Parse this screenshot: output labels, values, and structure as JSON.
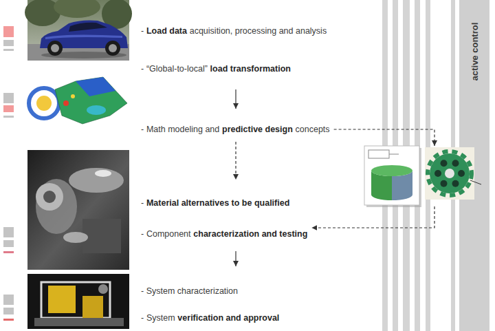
{
  "diagram": {
    "nodes": [
      {
        "text": [
          "-",
          "Load data",
          "acquisition, processing and analysis"
        ]
      },
      {
        "text": [
          "-",
          "“Global-to-local”",
          "load transformation"
        ]
      },
      {
        "text": [
          "-",
          "Math modeling and",
          "predictive design",
          "concepts"
        ]
      },
      {
        "text": [
          "-",
          "Material alternatives to be qualified"
        ]
      },
      {
        "text": [
          "-",
          "Component",
          "characterization and testing"
        ]
      },
      {
        "text": [
          "- System characterization"
        ]
      },
      {
        "text": [
          "-",
          "System",
          "verification and approval"
        ]
      },
      {
        "text": [
          "active control"
        ]
      }
    ],
    "edges": [
      {
        "from": 1,
        "to": 2,
        "arrow": "to"
      },
      {
        "from": 2,
        "to": 3,
        "arrow": "to"
      },
      {
        "from": 2,
        "to": 7,
        "arrow": "to"
      },
      {
        "from": 7,
        "to": 4,
        "arrow": "to"
      },
      {
        "from": 4,
        "to": 5,
        "arrow": "to"
      }
    ]
  }
}
